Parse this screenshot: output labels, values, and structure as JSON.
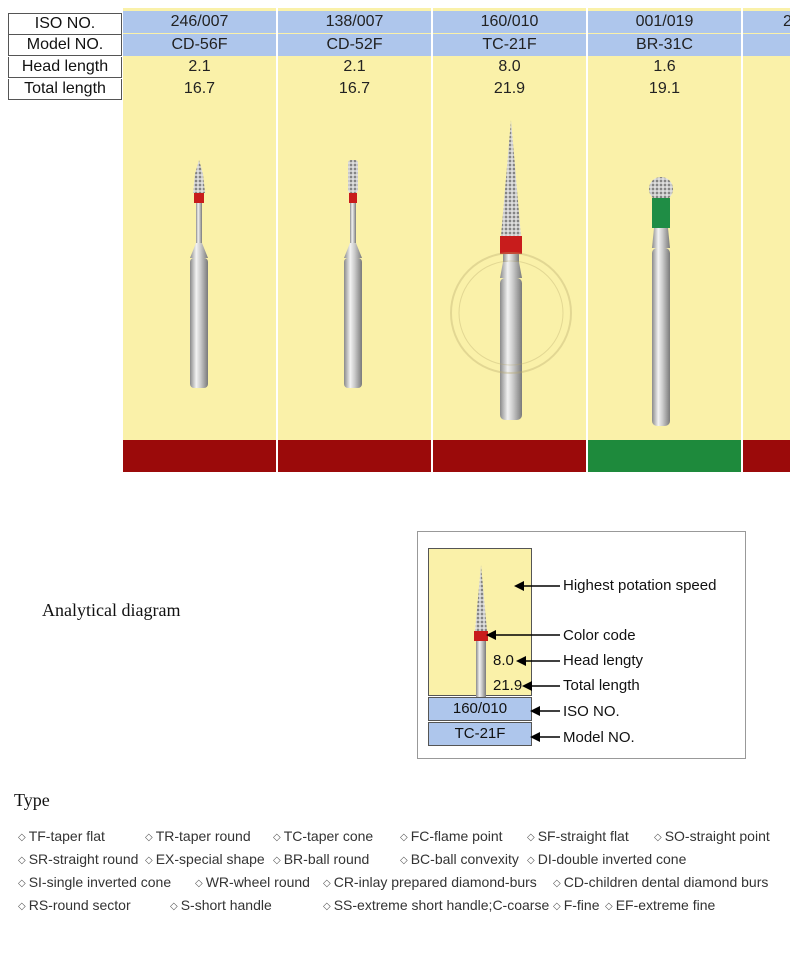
{
  "table": {
    "row_labels": {
      "iso": "ISO NO.",
      "model": "Model NO.",
      "head": "Head length",
      "total": "Total length"
    },
    "columns": [
      {
        "iso": "246/007",
        "model": "CD-56F",
        "head": "2.1",
        "total": "16.7",
        "color": "#9b0a0a",
        "color_name": "red"
      },
      {
        "iso": "138/007",
        "model": "CD-52F",
        "head": "2.1",
        "total": "16.7",
        "color": "#9b0a0a",
        "color_name": "red"
      },
      {
        "iso": "160/010",
        "model": "TC-21F",
        "head": "8.0",
        "total": "21.9",
        "color": "#9b0a0a",
        "color_name": "red"
      },
      {
        "iso": "001/019",
        "model": "BR-31C",
        "head": "1.6",
        "total": "19.1",
        "color": "#1e8a3c",
        "color_name": "green"
      },
      {
        "iso": "2",
        "model": "",
        "head": "",
        "total": "",
        "color": "#9b0a0a",
        "color_name": "red"
      }
    ]
  },
  "analytical": {
    "title": "Analytical diagram",
    "head_value": "8.0",
    "total_value": "21.9",
    "iso": "160/010",
    "model": "TC-21F",
    "labels": {
      "speed": "Highest potation speed",
      "color": "Color code",
      "head": "Head lengty",
      "total": "Total length",
      "iso": "ISO NO.",
      "model": "Model NO."
    }
  },
  "type": {
    "title": "Type",
    "items": [
      "TF-taper flat",
      "TR-taper round",
      "TC-taper cone",
      "FC-flame point",
      "SF-straight flat",
      "SO-straight point",
      "SR-straight round",
      "EX-special shape",
      "BR-ball round",
      "BC-ball convexity",
      "DI-double inverted cone",
      "SI-single inverted cone",
      "WR-wheel round",
      "CR-inlay prepared diamond-burs",
      "CD-children dental diamond burs",
      "RS-round sector",
      "S-short handle",
      "SS-extreme short handle;C-coarse",
      "F-fine",
      "EF-extreme fine"
    ]
  },
  "colors": {
    "cream": "#faf1a9",
    "blue": "#aec6ec",
    "red": "#9b0a0a",
    "green": "#1e8a3c"
  }
}
